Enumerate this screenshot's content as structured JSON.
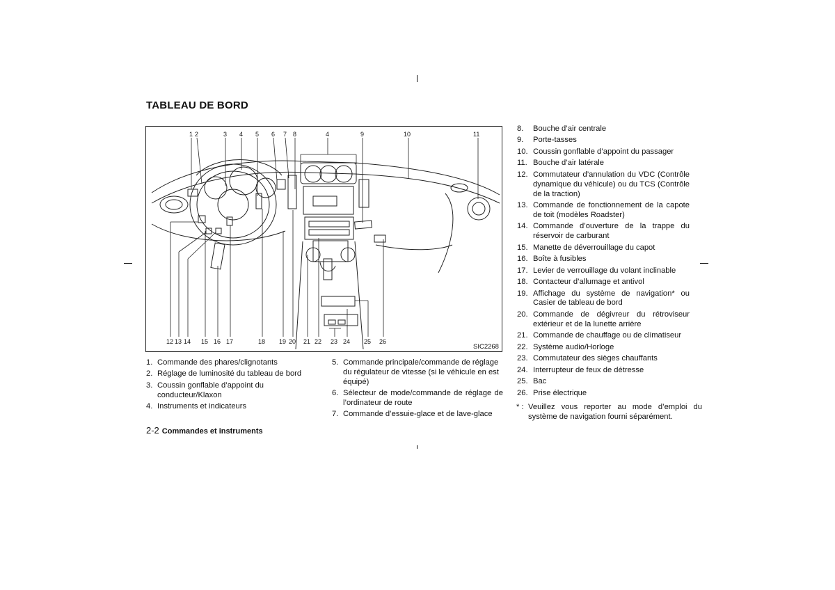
{
  "page_title": "TABLEAU DE BORD",
  "figure": {
    "code": "SIC2268",
    "top_callouts": [
      "1",
      "2",
      "3",
      "4",
      "5",
      "6",
      "7",
      "8",
      "4",
      "9",
      "10",
      "11"
    ],
    "bottom_callouts": [
      "12",
      "13",
      "14",
      "15",
      "16",
      "17",
      "18",
      "19",
      "20",
      "21",
      "22",
      "23",
      "24",
      "25",
      "26"
    ]
  },
  "list_left": [
    {
      "num": "1.",
      "text": "Commande des phares/clignotants"
    },
    {
      "num": "2.",
      "text": "Réglage de luminosité du tableau de bord"
    },
    {
      "num": "3.",
      "text": "Coussin gonflable d’appoint du conducteur/Klaxon"
    },
    {
      "num": "4.",
      "text": "Instruments et indicateurs"
    }
  ],
  "list_middle": [
    {
      "num": "5.",
      "text": "Commande principale/commande de réglage du régulateur de vitesse (si le véhicule en est équipé)"
    },
    {
      "num": "6.",
      "text": "Sélecteur de mode/commande de réglage de l’ordinateur de route"
    },
    {
      "num": "7.",
      "text": "Commande d’essuie-glace et de lave-glace"
    }
  ],
  "list_right": [
    {
      "num": "8.",
      "text": "Bouche d’air centrale"
    },
    {
      "num": "9.",
      "text": "Porte-tasses"
    },
    {
      "num": "10.",
      "text": "Coussin gonflable d’appoint du passager"
    },
    {
      "num": "11.",
      "text": "Bouche d’air latérale"
    },
    {
      "num": "12.",
      "text": "Commutateur d’annulation du VDC (Contrôle dynamique du véhicule) ou du TCS (Contrôle de la traction)"
    },
    {
      "num": "13.",
      "text": "Commande de fonctionnement de la capote de toit (modèles Roadster)"
    },
    {
      "num": "14.",
      "text": "Commande d’ouverture de la trappe du réservoir de carburant"
    },
    {
      "num": "15.",
      "text": "Manette de déverrouillage du capot"
    },
    {
      "num": "16.",
      "text": "Boîte à fusibles"
    },
    {
      "num": "17.",
      "text": "Levier de verrouillage du volant inclinable"
    },
    {
      "num": "18.",
      "text": "Contacteur d’allumage et antivol"
    },
    {
      "num": "19.",
      "text": "Affichage du système de navigation* ou Casier de tableau de bord"
    },
    {
      "num": "20.",
      "text": "Commande de dégivreur du rétroviseur extérieur et de la lunette arrière"
    },
    {
      "num": "21.",
      "text": "Commande de chauffage ou de climatiseur"
    },
    {
      "num": "22.",
      "text": "Système audio/Horloge"
    },
    {
      "num": "23.",
      "text": "Commutateur des sièges chauffants"
    },
    {
      "num": "24.",
      "text": "Interrupteur de feux de détresse"
    },
    {
      "num": "25.",
      "text": "Bac"
    },
    {
      "num": "26.",
      "text": "Prise électrique"
    }
  ],
  "note": {
    "mark": "* :",
    "text": "Veuillez vous reporter au mode d’emploi du système de navigation fourni séparément."
  },
  "footer": {
    "page_number": "2-2",
    "section": "Commandes et instruments"
  }
}
